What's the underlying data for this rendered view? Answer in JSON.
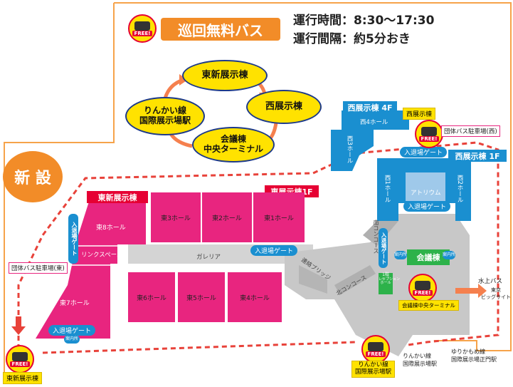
{
  "header": {
    "title": "巡回無料バス",
    "hours_label": "運行時間：8:30～17:30",
    "interval_label": "運行間隔：約5分おき",
    "free_badge": "FREE!"
  },
  "cycle": {
    "stops": [
      "東新展示棟",
      "西展示棟",
      "会議棟\n中央ターミナル",
      "りんかい線\n国際展示場駅"
    ]
  },
  "new_badge": "新 設",
  "east_new": {
    "tag": "東新展示棟",
    "hall8": "東8ホール",
    "hall7": "東7ホール",
    "links": "リンクスペース",
    "gate": "入退場ゲート",
    "gate_vertical": "入退場ゲート",
    "info": "案内所"
  },
  "east": {
    "tag": "東展示棟1F",
    "halls_top": [
      "東3ホール",
      "東2ホール",
      "東1ホール"
    ],
    "halls_bottom": [
      "東6ホール",
      "東5ホール",
      "東4ホール"
    ],
    "galleria": "ガレリア",
    "gate": "入退場ゲート"
  },
  "west": {
    "tag_4f": "西展示棟 4F",
    "hall4": "西4ホール",
    "hall3": "西3ホール",
    "tag_1f": "西展示棟 1F",
    "hall1": "西1ホール",
    "hall2": "西2ホール",
    "atrium": "アトリウム",
    "gate_top": "入退場ゲート",
    "gate_mid": "入退場ゲート",
    "stop_label": "西展示棟"
  },
  "center": {
    "conference": "会議棟",
    "south_concourse": "南コンコース",
    "north_concourse": "北コンコース",
    "bridge": "連絡ブリッジ",
    "gate": "入退場ゲート",
    "info_left": "案内所",
    "info_right": "案内所",
    "floor_1": "1階",
    "reception": "レセプション\nホール",
    "terminal": "会議棟中央ターミナル"
  },
  "labels": {
    "parking_west": "団体バス駐車場(西)",
    "parking_east": "団体バス駐車場(東)",
    "water_bus": "水上バス",
    "water_bus_stop": "東京\nビッグサイト",
    "rinkai_station": "りんかい線\n国際展示場駅",
    "yurikamome": "ゆりかもめ線\n国際展示場正門駅",
    "stop_east_new": "東新展示棟",
    "stop_rinkai": "りんかい線\n国際展示場駅"
  },
  "colors": {
    "pink": "#e8257f",
    "blue": "#1a8fd0",
    "red": "#e60033",
    "orange": "#f28c28",
    "yellow": "#ffe200",
    "gray": "#bdbdbd"
  }
}
